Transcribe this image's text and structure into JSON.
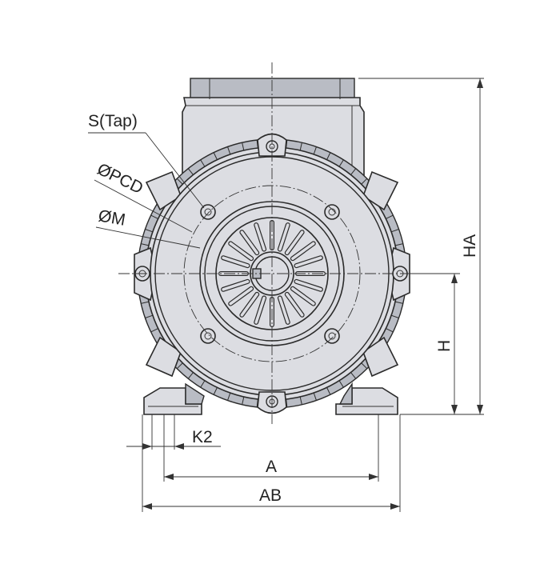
{
  "labels": {
    "s_tap": "S(Tap)",
    "pcd": "ØPCD",
    "m": "ØM",
    "k2": "K2",
    "a": "A",
    "ab": "AB",
    "h": "H",
    "ha": "HA"
  },
  "colors": {
    "body": "#dcdde2",
    "shadow": "#b9bcc4",
    "line": "#2a2a2a"
  },
  "icons": [
    "motor-front-view-drawing"
  ]
}
